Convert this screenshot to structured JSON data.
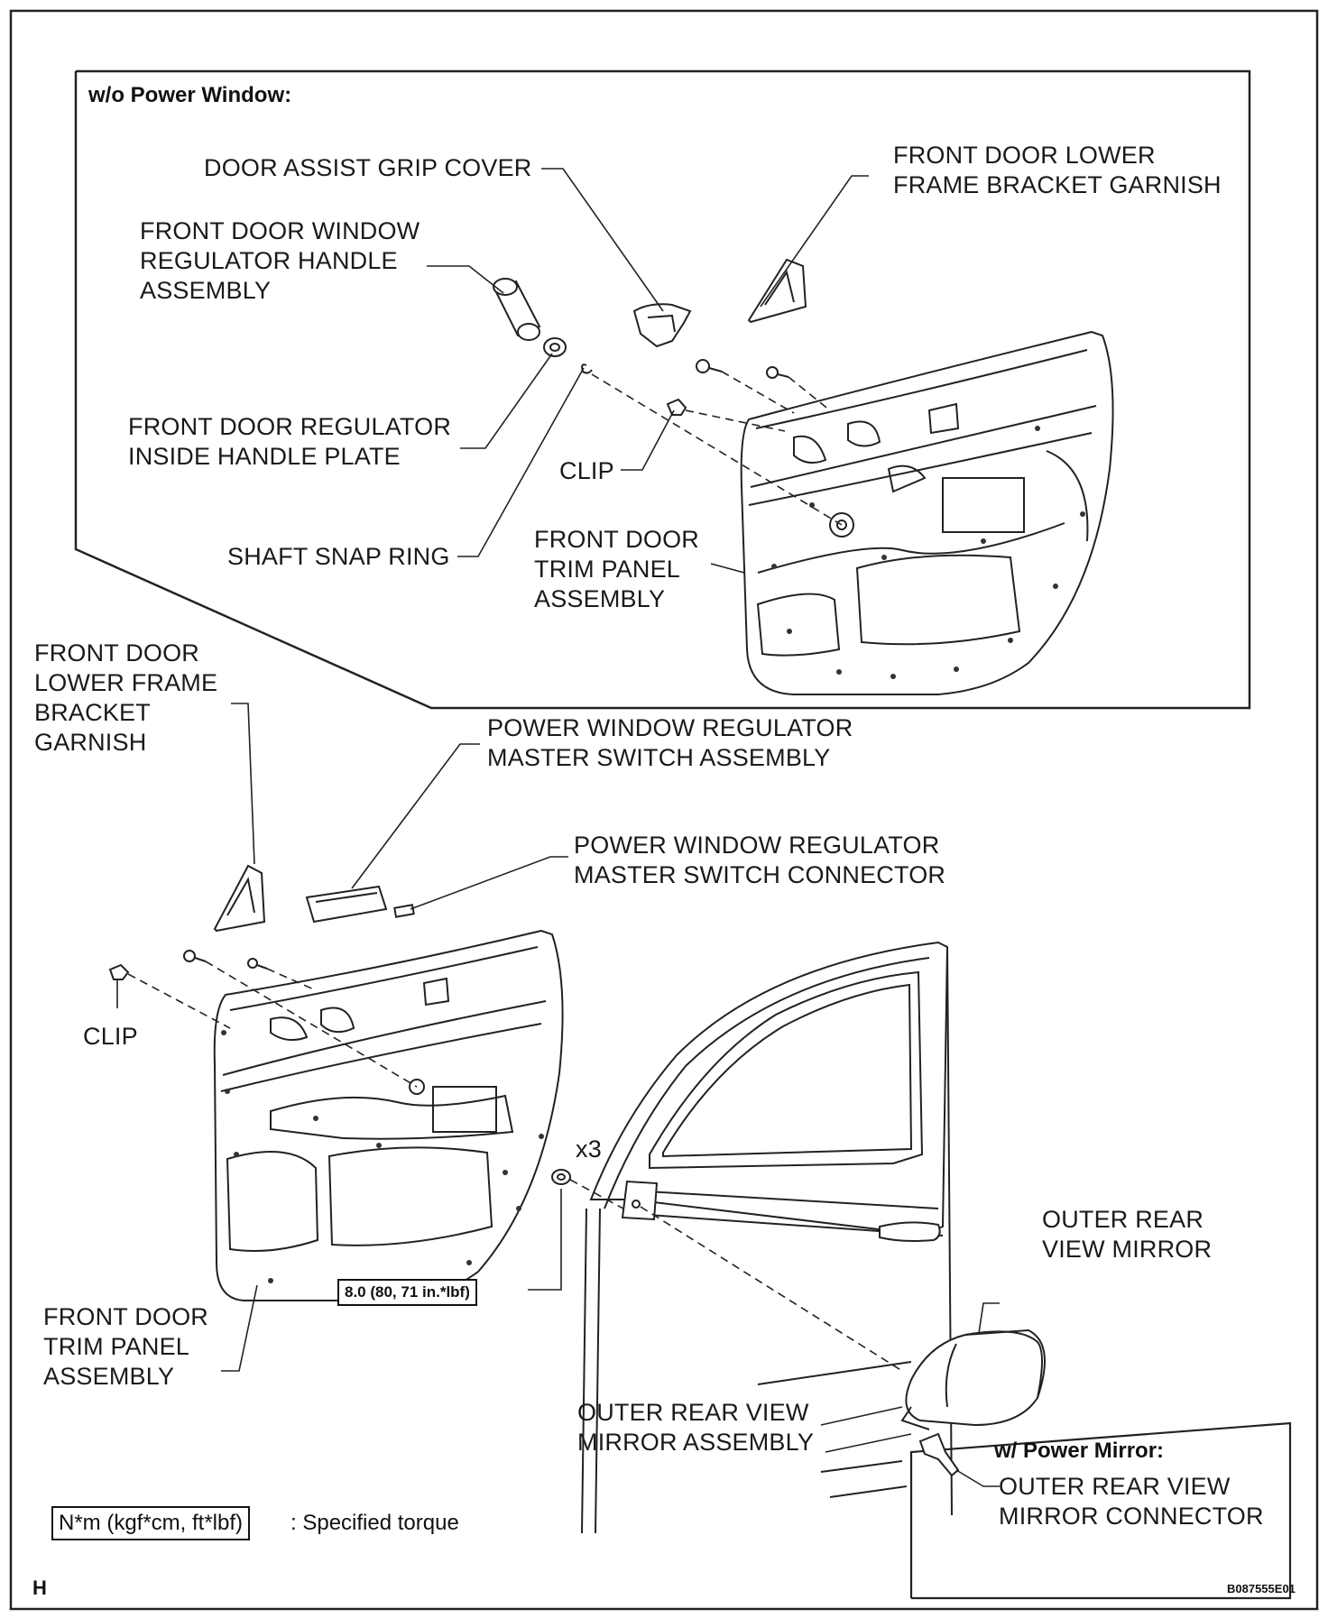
{
  "insets": {
    "wo_power_window": "w/o Power Window:",
    "w_power_mirror": "w/ Power Mirror:"
  },
  "labels": {
    "door_assist_grip_cover": "DOOR ASSIST GRIP COVER",
    "front_door_lower_frame_bracket_garnish_top": "FRONT DOOR LOWER\nFRAME BRACKET GARNISH",
    "front_door_window_regulator_handle": "FRONT DOOR WINDOW\nREGULATOR HANDLE\nASSEMBLY",
    "front_door_regulator_inside_handle_plate": "FRONT DOOR REGULATOR\nINSIDE HANDLE PLATE",
    "clip_top": "CLIP",
    "shaft_snap_ring": "SHAFT SNAP RING",
    "front_door_trim_panel_top": "FRONT DOOR\nTRIM PANEL\nASSEMBLY",
    "front_door_lower_frame_bracket_garnish_left": "FRONT DOOR\nLOWER FRAME\nBRACKET\nGARNISH",
    "power_window_master_switch_assembly": "POWER WINDOW REGULATOR\nMASTER SWITCH ASSEMBLY",
    "power_window_master_switch_connector": "POWER WINDOW REGULATOR\nMASTER SWITCH CONNECTOR",
    "clip_bottom": "CLIP",
    "x3": "x3",
    "outer_rear_view_mirror": "OUTER REAR\nVIEW MIRROR",
    "front_door_trim_panel_bottom": "FRONT DOOR\nTRIM PANEL\nASSEMBLY",
    "outer_rear_view_mirror_assembly": "OUTER REAR VIEW\nMIRROR ASSEMBLY",
    "outer_rear_view_mirror_connector": "OUTER REAR VIEW\nMIRROR CONNECTOR"
  },
  "torque": {
    "value": "8.0 (80, 71 in.*lbf)"
  },
  "legend": {
    "unit_box": "N*m (kgf*cm, ft*lbf)",
    "text": ": Specified torque"
  },
  "footer": {
    "corner_letter": "H",
    "figure_code": "B087555E01"
  }
}
